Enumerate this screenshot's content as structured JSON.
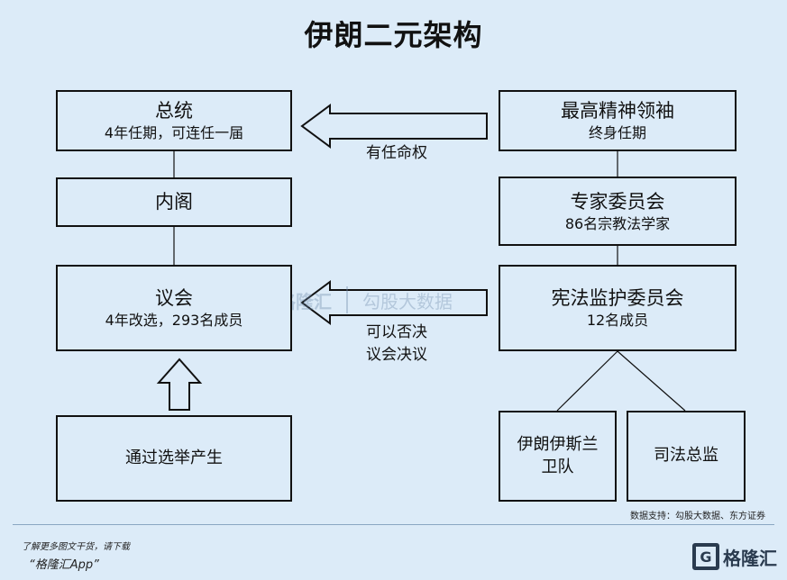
{
  "title": "伊朗二元架构",
  "boxes": {
    "president": {
      "title": "总统",
      "sub": "4年任期，可连任一届"
    },
    "cabinet": {
      "title": "内阁"
    },
    "parliament": {
      "title": "议会",
      "sub": "4年改选，293名成员"
    },
    "election": {
      "title": "通过选举产生"
    },
    "leader": {
      "title": "最高精神领袖",
      "sub": "终身任期"
    },
    "experts": {
      "title": "专家委员会",
      "sub": "86名宗教法学家"
    },
    "guardian": {
      "title": "宪法监护委员会",
      "sub": "12名成员"
    },
    "irgc": {
      "line1": "伊朗伊斯兰",
      "line2": "卫队"
    },
    "judiciary": {
      "title": "司法总监"
    }
  },
  "arrows": {
    "appoint": "有任命权",
    "veto_line1": "可以否决",
    "veto_line2": "议会决议"
  },
  "source": "数据支持：勾股大数据、东方证券",
  "footer": {
    "promo_line1": "了解更多图文干货，请下载",
    "promo_line2": "“格隆汇App”",
    "logo_mark": "G",
    "logo_text": "格隆汇"
  },
  "watermark": {
    "mark": "G",
    "name": "格隆汇",
    "sub": "勾股大数据"
  }
}
